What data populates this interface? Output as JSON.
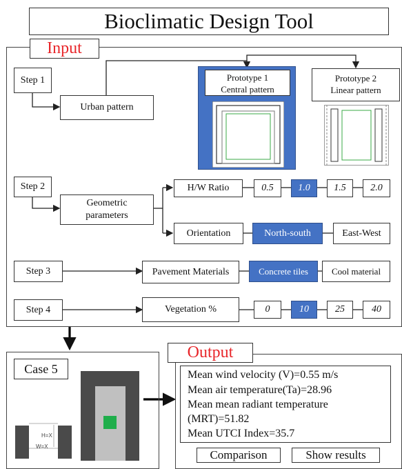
{
  "title": "Bioclimatic Design Tool",
  "input_label": "Input",
  "output_label": "Output",
  "steps": {
    "step1": "Step 1",
    "step2": "Step 2",
    "step3": "Step 3",
    "step4": "Step 4"
  },
  "urban_pattern": "Urban pattern",
  "prototype1": {
    "line1": "Prototype 1",
    "line2": "Central pattern",
    "selected": true
  },
  "prototype2": {
    "line1": "Prototype 2",
    "line2": "Linear pattern",
    "selected": false
  },
  "geometric": {
    "line1": "Geometric",
    "line2": "parameters"
  },
  "hw_ratio": {
    "label": "H/W Ratio",
    "options": [
      "0.5",
      "1.0",
      "1.5",
      "2.0"
    ],
    "selected": "1.0"
  },
  "orientation": {
    "label": "Orientation",
    "options": [
      "North-south",
      "East-West"
    ],
    "selected": "North-south"
  },
  "pavement": {
    "label": "Pavement Materials",
    "options": [
      "Concrete tiles",
      "Cool material"
    ],
    "selected": "Concrete tiles"
  },
  "vegetation": {
    "label": "Vegetation %",
    "options": [
      "0",
      "10",
      "25",
      "40"
    ],
    "selected": "10"
  },
  "case_label": "Case 5",
  "section_labels": {
    "height": "H=X",
    "width": "W=X"
  },
  "output": {
    "wind": "Mean wind velocity  (V)=0.55 m/s",
    "air_temp": "Mean air temperature(Ta)=28.96",
    "mrt_1": "Mean mean radiant temperature",
    "mrt_2": "(MRT)=51.82",
    "utci": "Mean UTCI Index=35.7"
  },
  "buttons": {
    "comparison": "Comparison",
    "show_results": "Show results"
  },
  "colors": {
    "selected": "#4472c4",
    "title_red": "#e8262a",
    "block_dark": "#4a4a4a",
    "canyon": "#c0c0c0",
    "tree": "#1fae4b"
  }
}
